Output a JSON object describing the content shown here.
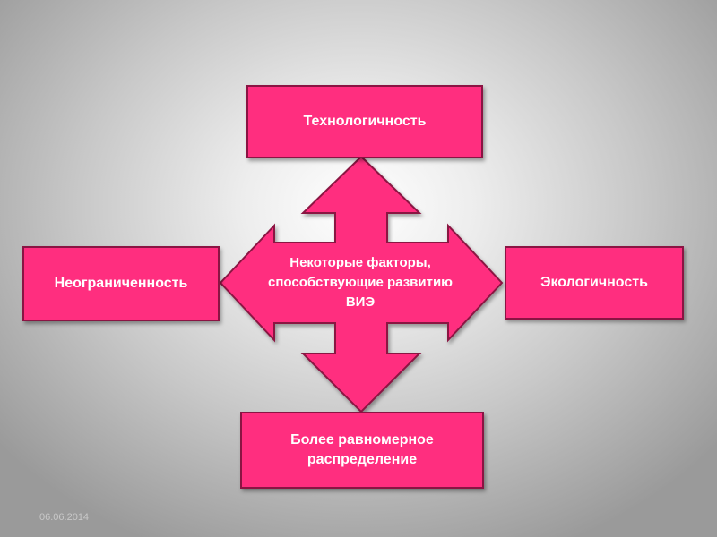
{
  "diagram": {
    "center_label": "Некоторые факторы,\nспособствующие развитию\nВИЭ",
    "top_label": "Технологичность",
    "left_label": "Неограниченность",
    "right_label": "Экологичность",
    "bottom_label": "Более равномерное\nраспределение"
  },
  "footer": {
    "date": "06.06.2014"
  },
  "colors": {
    "box_fill": "#ff2e7f",
    "box_border": "#8a1443",
    "text": "#ffffff"
  }
}
